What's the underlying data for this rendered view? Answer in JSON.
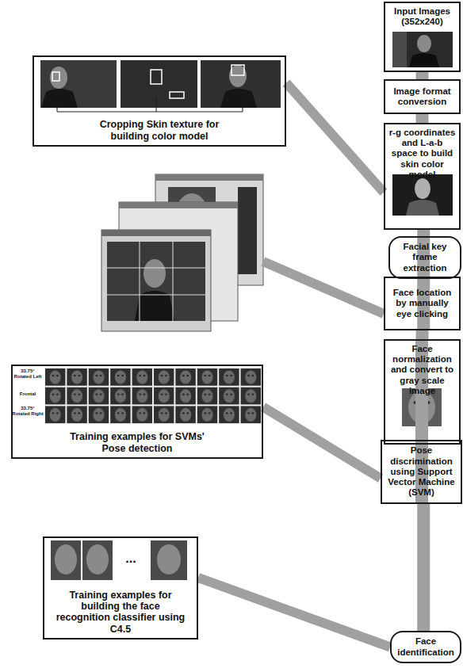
{
  "diagram": {
    "nodes": [
      {
        "text": [
          "Input Images (352x240)"
        ]
      },
      {
        "text": [
          "Image format conversion"
        ]
      },
      {
        "text": [
          "r-g coordinates and L-a-b space to build skin color model"
        ]
      },
      {
        "text": [
          "Facial key frame extraction"
        ]
      },
      {
        "text": [
          "Face location by manually eye clicking"
        ]
      },
      {
        "text": [
          "Face normalization and convert to gray scale image"
        ]
      },
      {
        "text": [
          "Pose discrimination using Support Vector Machine (SVM)"
        ]
      },
      {
        "text": [
          "Face identification"
        ]
      },
      {
        "text": [
          "Cropping Skin texture for building color model"
        ]
      },
      {
        "text": [
          "Training examples for SVMs' Pose detection"
        ]
      },
      {
        "text": [
          "Training examples for building the face recognition classifier using C4.5"
        ]
      }
    ],
    "edges": [
      {
        "from": 0,
        "to": 1,
        "arrow": "none"
      },
      {
        "from": 1,
        "to": 2,
        "arrow": "none"
      },
      {
        "from": 2,
        "to": 3,
        "arrow": "none"
      },
      {
        "from": 3,
        "to": 4,
        "arrow": "none"
      },
      {
        "from": 4,
        "to": 5,
        "arrow": "none"
      },
      {
        "from": 5,
        "to": 6,
        "arrow": "none"
      },
      {
        "from": 6,
        "to": 7,
        "arrow": "none"
      },
      {
        "from": 8,
        "to": 2,
        "arrow": "none"
      },
      {
        "from": 9,
        "to": 6,
        "arrow": "none"
      },
      {
        "from": 10,
        "to": 7,
        "arrow": "none"
      }
    ],
    "labels": [
      "33.75° Rotated Left",
      "Frontal",
      "33.75° Rotated Right",
      "..."
    ]
  }
}
